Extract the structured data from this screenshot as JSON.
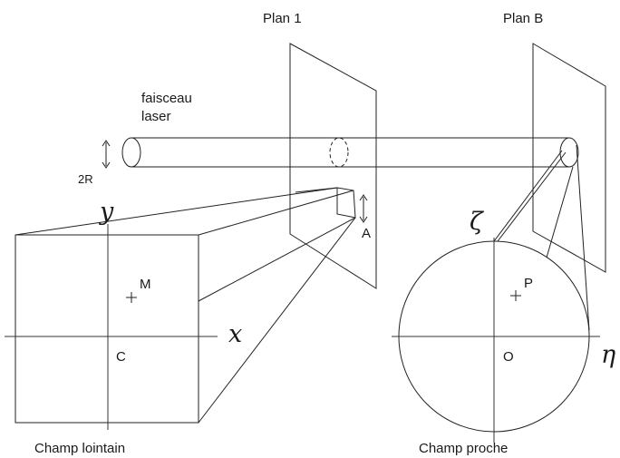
{
  "labels": {
    "plan1": "Plan 1",
    "planB": "Plan B",
    "beam_line1": "faisceau",
    "beam_line2": "laser",
    "radius": "2R",
    "aperture": "A",
    "far_field": "Champ lointain",
    "near_field": "Champ proche"
  },
  "points": {
    "M": "M",
    "C": "C",
    "P": "P",
    "O": "O"
  },
  "axes": {
    "x": "x",
    "y": "y",
    "zeta": "ζ",
    "eta": "η"
  },
  "colors": {
    "line": "#222222",
    "text": "#1a1a1a",
    "background": "#ffffff"
  }
}
